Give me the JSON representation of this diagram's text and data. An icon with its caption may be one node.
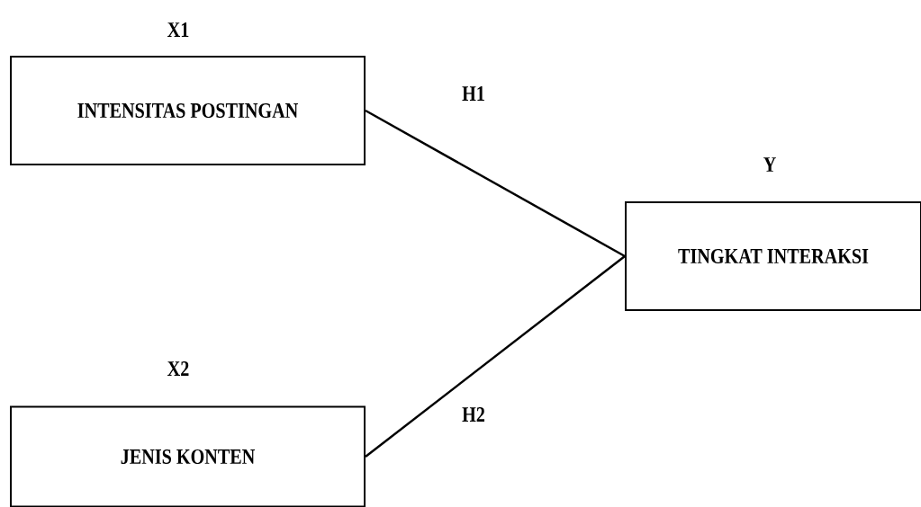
{
  "diagram": {
    "nodes": [
      {
        "text": [
          "INTENSITAS POSTINGAN"
        ],
        "beside": [
          "X1"
        ]
      },
      {
        "text": [
          "JENIS KONTEN"
        ],
        "beside": [
          "X2"
        ]
      },
      {
        "text": [
          "TINGKAT INTERAKSI"
        ],
        "beside": [
          "Y"
        ]
      }
    ],
    "edges": [
      {
        "from": 0,
        "to": 2,
        "arrow": "none",
        "label": "H1"
      },
      {
        "from": 1,
        "to": 2,
        "arrow": "none",
        "label": "H2"
      }
    ]
  }
}
